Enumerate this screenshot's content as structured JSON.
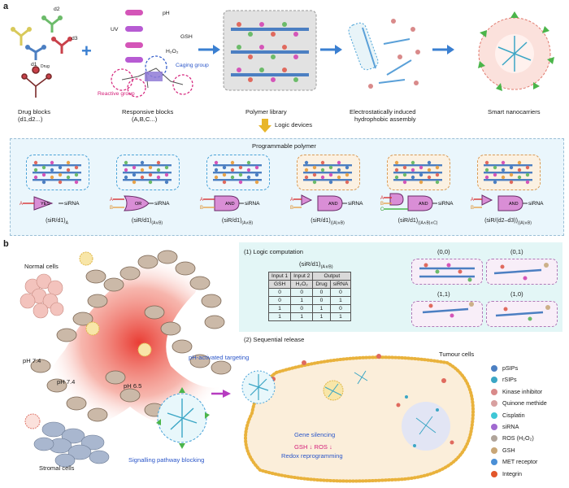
{
  "panel_a": {
    "letter": "a",
    "drug_block_labels": [
      "d1",
      "d2",
      "d3",
      "Drug"
    ],
    "drug_blocks_caption": "Drug blocks",
    "drug_blocks_sub": "(d1,d2...)",
    "stimuli": [
      "UV",
      "pH",
      "GSH",
      "H₂O₂"
    ],
    "caging_group": "Caging group",
    "reactive_group": "Reactive group",
    "responsive_caption": "Responsive blocks",
    "responsive_sub": "(A,B,C...)",
    "polymer_library": "Polymer library",
    "assembly_caption": "Electrostatically induced",
    "assembly_sub": "hydrophobic assembly",
    "nanocarriers": "Smart nanocarriers",
    "logic_devices": "Logic devices",
    "programmable_title": "Programmable polymer",
    "gates": [
      {
        "gate": "YES",
        "inputs": [
          "A"
        ],
        "output": "siRNA",
        "caption": "(siR/d1)",
        "sub": "A"
      },
      {
        "gate": "OR",
        "inputs": [
          "A",
          "B"
        ],
        "output": "siRNA",
        "caption": "(siR/d1)",
        "sub": "(A∨B)"
      },
      {
        "gate": "AND",
        "inputs": [
          "A",
          "B"
        ],
        "output": "siRNA",
        "caption": "(siR/d1)",
        "sub": "(A∧B)"
      },
      {
        "gate": "AND",
        "pre": "YES",
        "inputs": [
          "A",
          "B"
        ],
        "output": "siRNA",
        "caption": "(siR/d1)",
        "sub": "((A)∧B)"
      },
      {
        "gate": "AND",
        "pre": "AND",
        "inputs": [
          "A",
          "B",
          "C"
        ],
        "output": "siRNA",
        "caption": "(siR/d1)",
        "sub": "((A∧B)∧C)"
      },
      {
        "gate": "AND",
        "pre": "YES",
        "inputs": [
          "A",
          "B"
        ],
        "output": "siRNA",
        "caption": "(siR/(d2–d3))",
        "sub": "((A)∧B)"
      }
    ]
  },
  "panel_b": {
    "letter": "b",
    "normal_cells": "Normal cells",
    "ph_left": "pH 7.4",
    "ph_center": "pH 7.4",
    "ph_tumour": "pH 6.5",
    "stromal_cells": "Stromal cells",
    "signalling": "Signalling pathway blocking",
    "ph_targeting": "pH-activated targeting",
    "logic_computation": "(1) Logic computation",
    "table_title": "(siR/d1)",
    "table_title_sub": "(A∨B)",
    "table_headers": [
      "Input 1",
      "Input 2",
      "Output"
    ],
    "table_subheaders": [
      "GSH",
      "H₂O₂",
      "Drug",
      "siRNA"
    ],
    "table_rows": [
      [
        "0",
        "0",
        "0",
        "0"
      ],
      [
        "0",
        "1",
        "0",
        "1"
      ],
      [
        "1",
        "0",
        "1",
        "0"
      ],
      [
        "1",
        "1",
        "1",
        "1"
      ]
    ],
    "states": [
      "(0,0)",
      "(0,1)",
      "(1,1)",
      "(1,0)"
    ],
    "sequential_release": "(2) Sequential release",
    "tumour_cells": "Tumour cells",
    "gene_silencing": "Gene silencing",
    "gsh_down": "GSH",
    "ros_down": "ROS",
    "arrow_down": "↓",
    "redox": "Redox reprogramming",
    "legend": [
      "pSIPs",
      "rSIPs",
      "Kinase inhibitor",
      "Quinone methide",
      "Cisplatin",
      "siRNA",
      "ROS (H₂O₂)",
      "GSH",
      "MET receptor",
      "Integrin"
    ],
    "colors": {
      "tumour_membrane": "#e9b23c",
      "tumour_fill": "#fbeeda",
      "normal_cells": "#f3c3bd",
      "stromal_cells": "#a9b7cf",
      "gradient": "#e8332a"
    }
  }
}
